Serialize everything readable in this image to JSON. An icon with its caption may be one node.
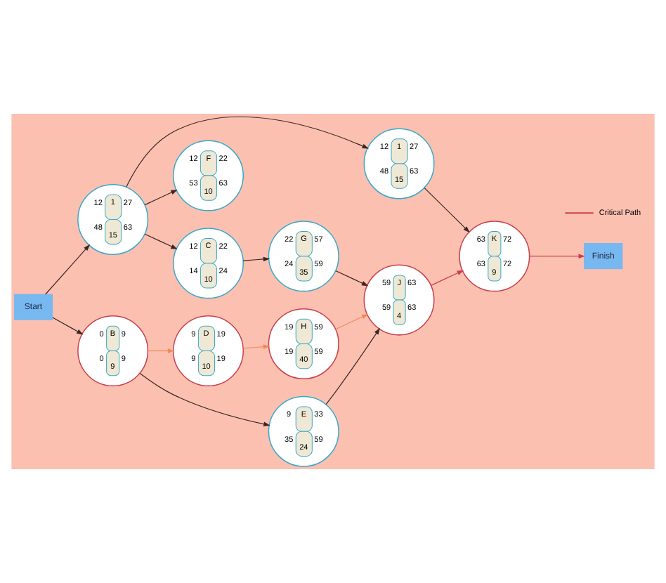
{
  "diagram": {
    "nodes": [
      {
        "text": [
          "Start"
        ]
      },
      {
        "text": [
          "1",
          "12",
          "27",
          "48",
          "63",
          "15"
        ]
      },
      {
        "text": [
          "1",
          "12",
          "27",
          "48",
          "63",
          "15"
        ]
      },
      {
        "text": [
          "F",
          "12",
          "22",
          "53",
          "63",
          "10"
        ]
      },
      {
        "text": [
          "C",
          "12",
          "22",
          "14",
          "24",
          "10"
        ]
      },
      {
        "text": [
          "G",
          "22",
          "57",
          "24",
          "59",
          "35"
        ]
      },
      {
        "text": [
          "K",
          "63",
          "72",
          "63",
          "72",
          "9"
        ]
      },
      {
        "text": [
          "Finish"
        ]
      },
      {
        "text": [
          "B",
          "0",
          "9",
          "0",
          "9",
          "9"
        ]
      },
      {
        "text": [
          "D",
          "9",
          "19",
          "9",
          "19",
          "10"
        ]
      },
      {
        "text": [
          "H",
          "19",
          "59",
          "19",
          "59",
          "40"
        ]
      },
      {
        "text": [
          "J",
          "59",
          "63",
          "59",
          "63",
          "4"
        ]
      },
      {
        "text": [
          "E",
          "9",
          "33",
          "35",
          "59",
          "24"
        ]
      }
    ],
    "edges": [
      {
        "from": 0,
        "to": 1,
        "arrow": "to"
      },
      {
        "from": 0,
        "to": 8,
        "arrow": "to"
      },
      {
        "from": 1,
        "to": 2,
        "arrow": "to"
      },
      {
        "from": 1,
        "to": 3,
        "arrow": "to"
      },
      {
        "from": 1,
        "to": 4,
        "arrow": "to"
      },
      {
        "from": 2,
        "to": 6,
        "arrow": "to"
      },
      {
        "from": 4,
        "to": 5,
        "arrow": "to"
      },
      {
        "from": 5,
        "to": 11,
        "arrow": "to"
      },
      {
        "from": 8,
        "to": 9,
        "arrow": "to",
        "color": "#f08a5a"
      },
      {
        "from": 9,
        "to": 10,
        "arrow": "to",
        "color": "#f08a5a"
      },
      {
        "from": 10,
        "to": 11,
        "arrow": "to",
        "color": "#f08a5a"
      },
      {
        "from": 8,
        "to": 12,
        "arrow": "to"
      },
      {
        "from": 12,
        "to": 11,
        "arrow": "to"
      },
      {
        "from": 11,
        "to": 6,
        "arrow": "to",
        "color": "#c8404c"
      },
      {
        "from": 6,
        "to": 7,
        "arrow": "to",
        "color": "#c8404c"
      }
    ],
    "legend": [
      {
        "text": "Critical Path"
      }
    ]
  }
}
